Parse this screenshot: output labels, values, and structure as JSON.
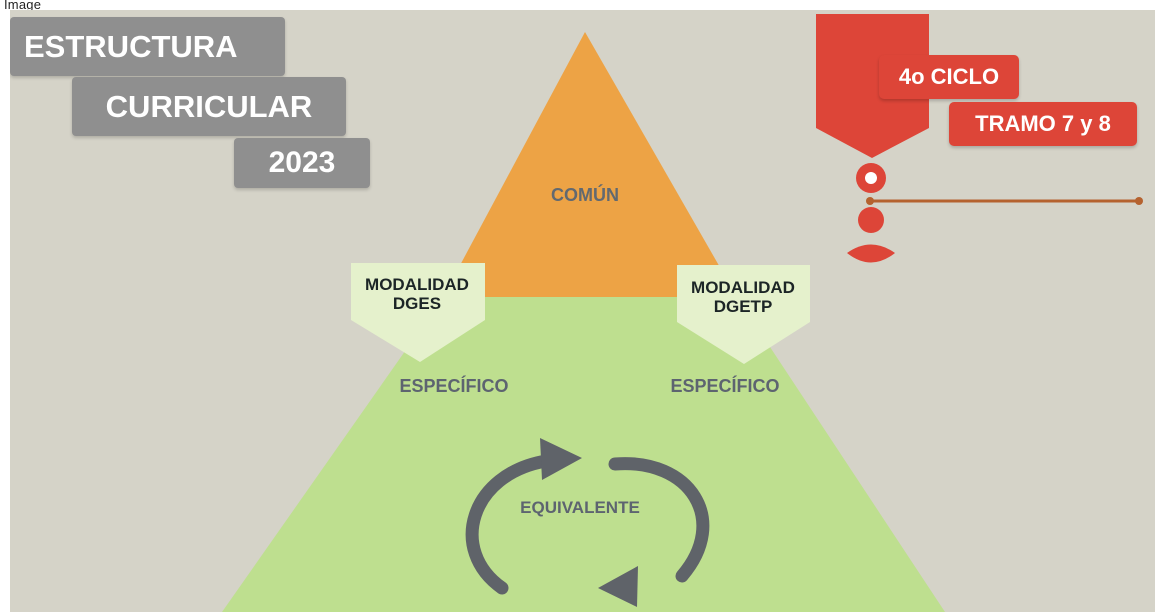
{
  "caption": "Image",
  "title_lines": [
    "ESTRUCTURA",
    "CURRICULAR",
    "2023"
  ],
  "pyramid": {
    "top_label": "COMÚN",
    "modalities": [
      "MODALIDAD\nDGES",
      "MODALIDAD\nDGETP"
    ],
    "specific_labels": [
      "ESPECÍFICO",
      "ESPECÍFICO"
    ],
    "center_label": "EQUIVALENTE"
  },
  "cycle": {
    "line1": "4o CICLO",
    "line2": "TRAMO 7 y 8"
  },
  "colors": {
    "background": "#d5d3c8",
    "common": "#eda345",
    "specific": "#bedf8f",
    "modality": "#e5f1cc",
    "title_tag": "#8f8f8f",
    "accent_red": "#dd4538",
    "arrows": "#5f6369",
    "timeline": "#b5622f"
  },
  "icons": [
    "cycle-arrows-icon",
    "person-icon",
    "ribbon-marker-icon"
  ]
}
